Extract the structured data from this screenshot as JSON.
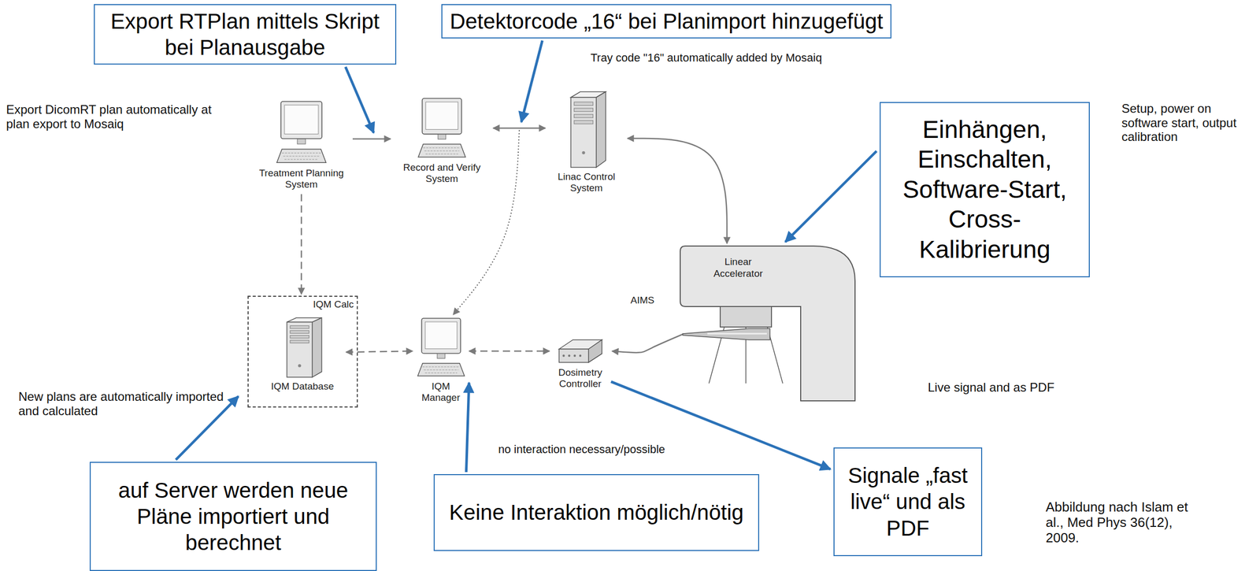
{
  "diagram": {
    "nodes": [
      {
        "text": [
          "Export RTPlan mittels Skript bei Planausgabe"
        ]
      },
      {
        "text": [
          "Detektorcode „16“ bei Planimport hinzugefügt"
        ]
      },
      {
        "text": [
          "Treatment Planning System"
        ]
      },
      {
        "text": [
          "Record and Verify System"
        ]
      },
      {
        "text": [
          "Linac Control System"
        ]
      },
      {
        "text": [
          "Einhängen, Einschalten, Software-Start, Cross-Kalibrierung"
        ]
      },
      {
        "text": [
          "Linear Accelerator"
        ]
      },
      {
        "text": [
          "AIMS"
        ]
      },
      {
        "text": [
          "IQM Calc"
        ]
      },
      {
        "text": [
          "IQM Database"
        ],
        "in": 8
      },
      {
        "text": [
          "IQM Manager"
        ]
      },
      {
        "text": [
          "Dosimetry Controller"
        ]
      },
      {
        "text": [
          "auf Server werden neue Pläne importiert und berechnet"
        ]
      },
      {
        "text": [
          "Keine Interaktion möglich/nötig"
        ]
      },
      {
        "text": [
          "Signale „fast live“ und als PDF"
        ]
      }
    ],
    "edges": [
      {
        "from": 2,
        "to": 3,
        "arrow": "to"
      },
      {
        "from": 3,
        "to": 4,
        "arrow": "both"
      },
      {
        "from": 4,
        "to": 6,
        "arrow": "both"
      },
      {
        "from": 2,
        "to": 8,
        "arrow": "to"
      },
      {
        "from": 9,
        "to": 10,
        "arrow": "both"
      },
      {
        "from": 10,
        "to": 11,
        "arrow": "both"
      },
      {
        "from": 7,
        "to": 11,
        "arrow": "to"
      },
      {
        "from": 5,
        "to": 6,
        "arrow": "to"
      },
      {
        "from": 12,
        "to": 8,
        "arrow": "to"
      },
      {
        "from": 13,
        "to": 10,
        "arrow": "to"
      },
      {
        "from": 11,
        "to": 14,
        "arrow": "to"
      }
    ],
    "labels": [
      "Tray code \"16\" automatically added by Mosaiq",
      "Export DicomRT plan automatically at plan export to Mosaiq",
      "Setup, power on software start, output calibration",
      "Live signal and as PDF",
      "New plans are automatically imported and calculated",
      "no interaction necessary/possible",
      "Abbildung nach Islam et al., Med Phys 36(12), 2009."
    ]
  }
}
